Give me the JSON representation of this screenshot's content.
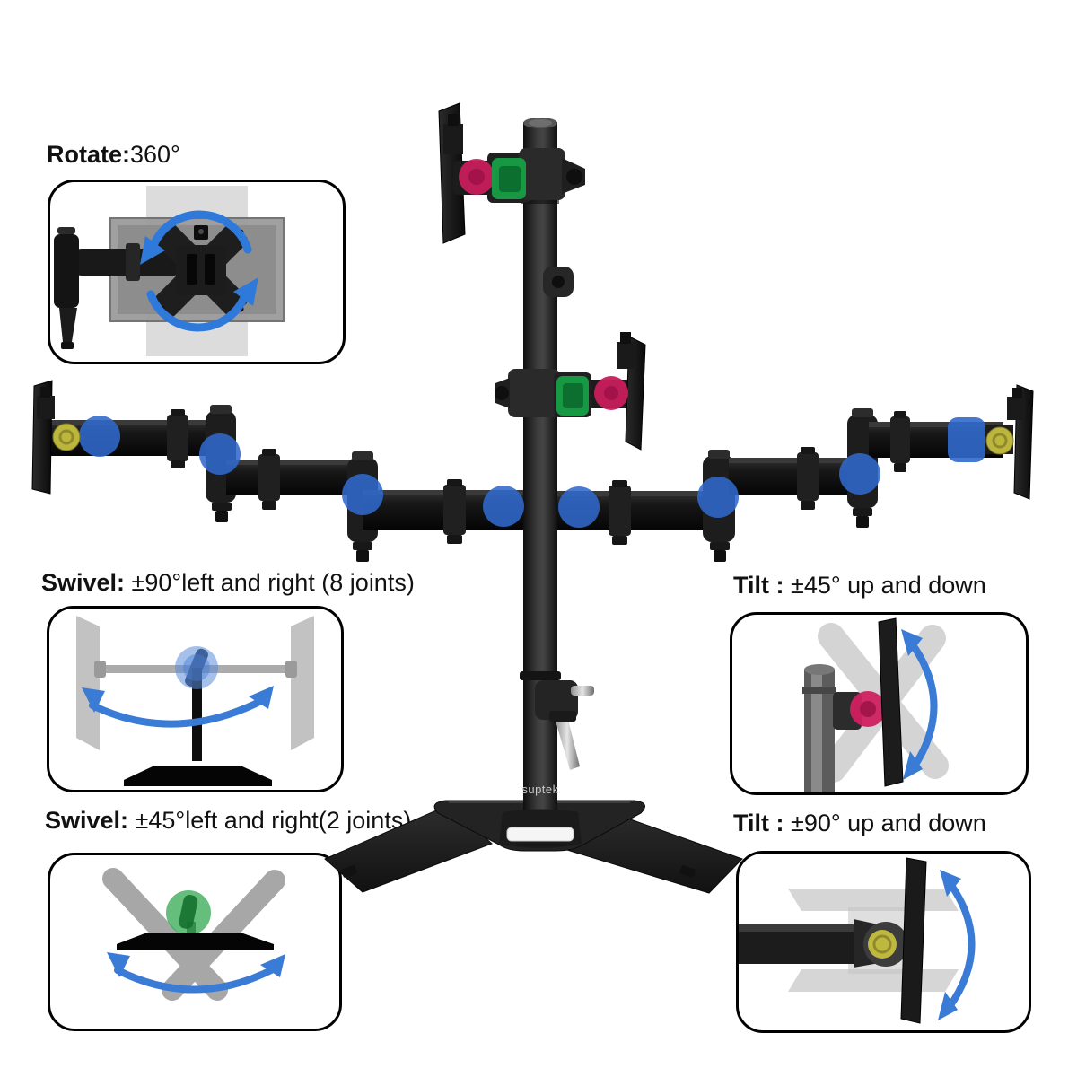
{
  "product": {
    "brand_text": "suptek"
  },
  "callouts": {
    "rotate": {
      "title_bold": "Rotate:",
      "title_rest": "360°"
    },
    "swivel_90": {
      "title_bold": "Swivel:",
      "title_rest": " ±90°left and right (8 joints)"
    },
    "swivel_45": {
      "title_bold": "Swivel:",
      "title_rest": " ±45°left and right(2 joints)"
    },
    "tilt_45": {
      "title_bold": "Tilt :",
      "title_rest": " ±45° up and down"
    },
    "tilt_90": {
      "title_bold": "Tilt :",
      "title_rest": " ±90° up and down"
    }
  },
  "colors": {
    "background": "#ffffff",
    "product_black": "#1b1b1b",
    "joint_swivel_blue": "#3069cc",
    "joint_rotate_pink": "#c81e5b",
    "joint_swivel_green": "#17a047",
    "joint_tilt_yellow": "#c6bf3e",
    "arrow_blue": "#3a7bd5",
    "ghost_gray": "#cfcfcf",
    "outline_black": "#000000"
  }
}
